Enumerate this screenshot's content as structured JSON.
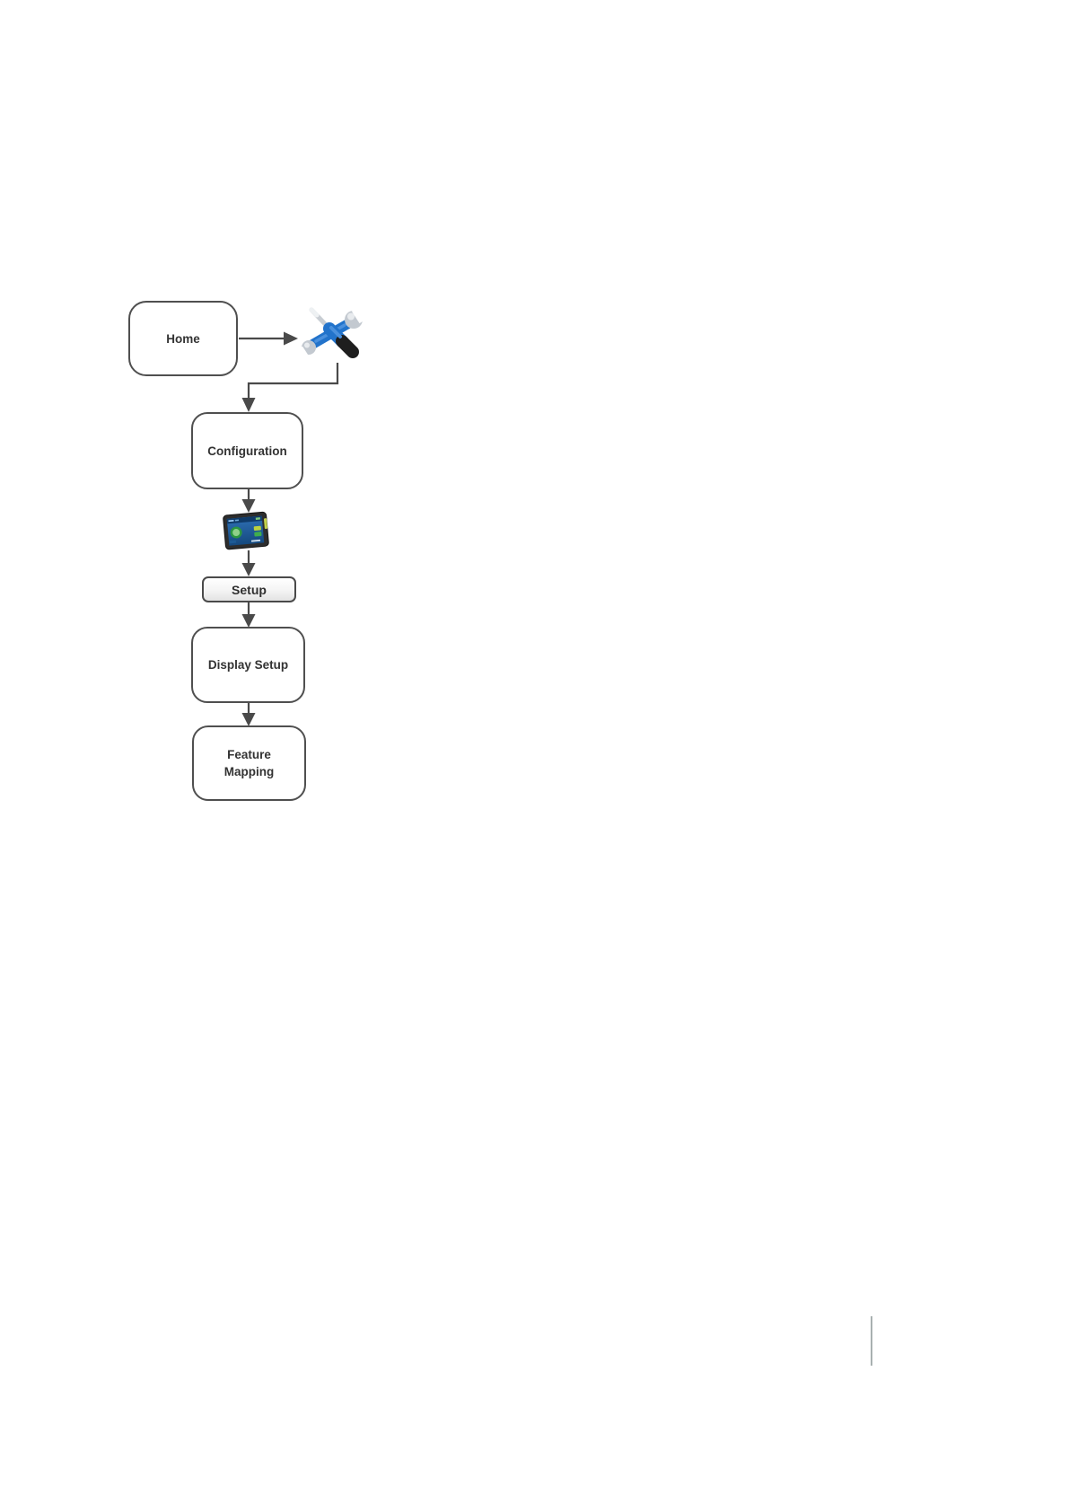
{
  "page": {
    "background": "#ffffff"
  },
  "diagram": {
    "nodes": [
      {
        "label": "Home",
        "type": "rounded-box"
      },
      {
        "label": "",
        "type": "icon",
        "icon": "tools-icon"
      },
      {
        "label": "Configuration",
        "type": "rounded-box"
      },
      {
        "label": "",
        "type": "icon",
        "icon": "display-device-icon"
      },
      {
        "label": "Setup",
        "type": "button"
      },
      {
        "label": "Display Setup",
        "type": "rounded-box"
      },
      {
        "label": "Feature Mapping",
        "type": "rounded-box"
      }
    ],
    "edges": [
      {
        "from": "Home",
        "to": "tools-icon"
      },
      {
        "from": "tools-icon",
        "to": "Configuration"
      },
      {
        "from": "Configuration",
        "to": "display-device-icon"
      },
      {
        "from": "display-device-icon",
        "to": "Setup"
      },
      {
        "from": "Setup",
        "to": "Display Setup"
      },
      {
        "from": "Display Setup",
        "to": "Feature Mapping"
      }
    ],
    "colors": {
      "box_border": "#4f4f4f",
      "box_fill": "#ffffff",
      "label_text": "#333333",
      "connector": "#4a4a4a",
      "button_fill_top": "#ffffff",
      "button_fill_bottom": "#e3e3e3",
      "tool_blue": "#2273cb",
      "tool_silver": "#c3c9d0",
      "device_frame": "#2d2d2d",
      "device_screen_blue": "#2e6fb4",
      "device_accent_green": "#2c9640",
      "device_accent_yellow": "#c3d24b"
    }
  },
  "footer": {
    "divider_color": "#a9b1b1"
  }
}
